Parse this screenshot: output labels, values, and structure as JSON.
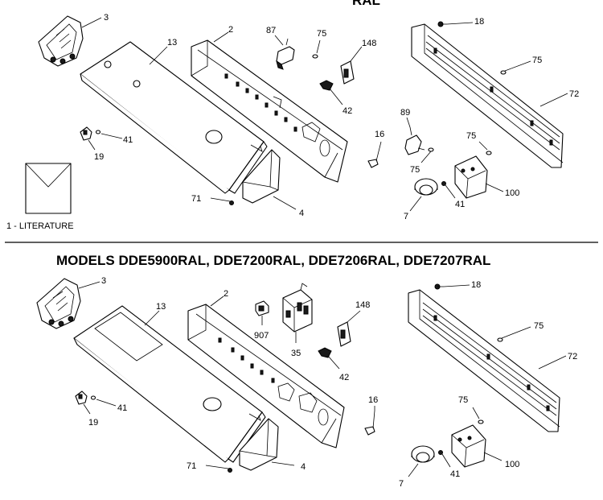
{
  "heading_top_partial": "RAL",
  "heading": "MODELS DDE5900RAL, DDE7200RAL, DDE7206RAL, DDE7207RAL",
  "literature_label": "1 - LITERATURE",
  "top_labels": {
    "p3": "3",
    "p13": "13",
    "p2": "2",
    "p87": "87",
    "p75a": "75",
    "p148": "148",
    "p18": "18",
    "p75b": "75",
    "p72": "72",
    "p42": "42",
    "p89": "89",
    "p16": "16",
    "p75c": "75",
    "p75d": "75",
    "p41a": "41",
    "p19": "19",
    "p71": "71",
    "p4": "4",
    "p100": "100",
    "p41b": "41",
    "p7": "7"
  },
  "bottom_labels": {
    "p3": "3",
    "p13": "13",
    "p2": "2",
    "p907": "907",
    "p35": "35",
    "p148": "148",
    "p42": "42",
    "p18": "18",
    "p75a": "75",
    "p72": "72",
    "p41a": "41",
    "p19": "19",
    "p16": "16",
    "p75b": "75",
    "p71": "71",
    "p4": "4",
    "p100": "100",
    "p41b": "41",
    "p7": "7"
  }
}
